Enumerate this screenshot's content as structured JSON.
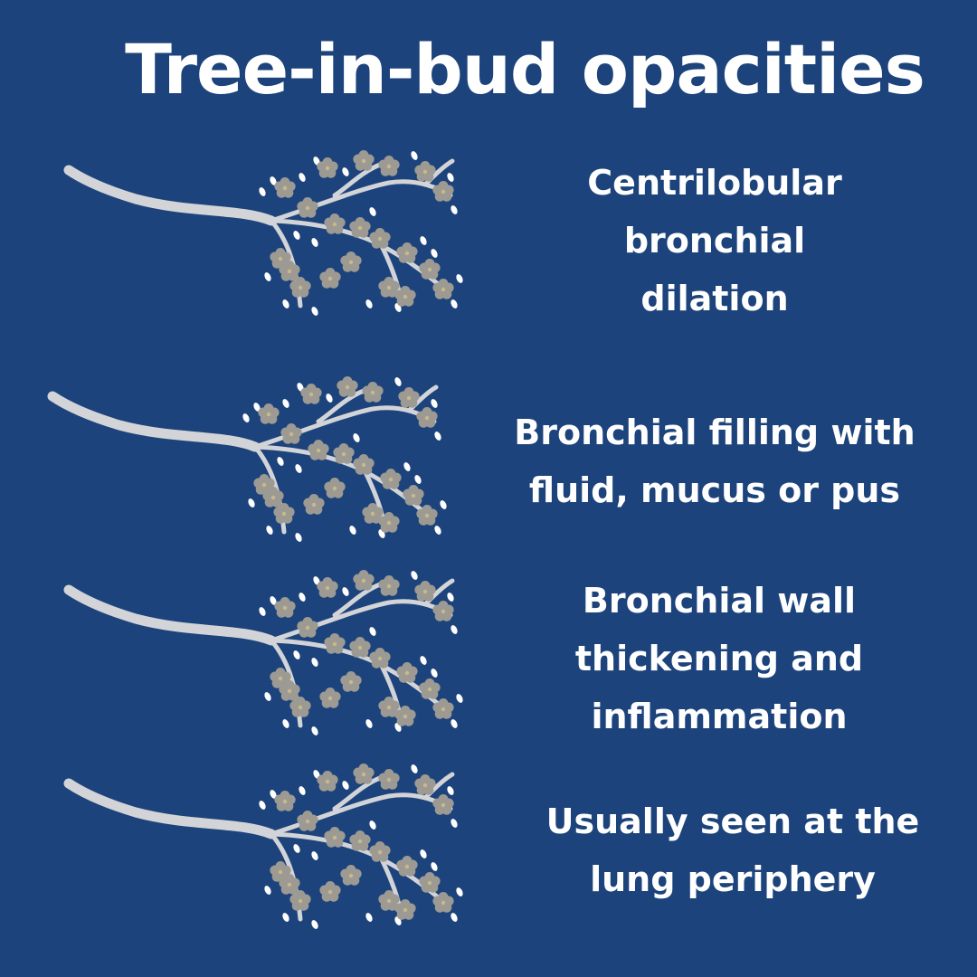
{
  "title": "Tree-in-bud opacities",
  "colors": {
    "background": "#1c437b",
    "text": "#ffffff",
    "branch": "#d2d4d8",
    "blossom": "#9d9a93",
    "blossom_center": "#c8b98a",
    "bud": "#ffffff"
  },
  "icon": "blossom-branch-icon",
  "items": [
    {
      "caption": "Centrilobular\nbronchial\ndilation"
    },
    {
      "caption": "Bronchial filling with\nfluid, mucus or pus"
    },
    {
      "caption": "Bronchial wall\nthickening and\ninflammation"
    },
    {
      "caption": "Usually seen at the\nlung periphery"
    }
  ]
}
